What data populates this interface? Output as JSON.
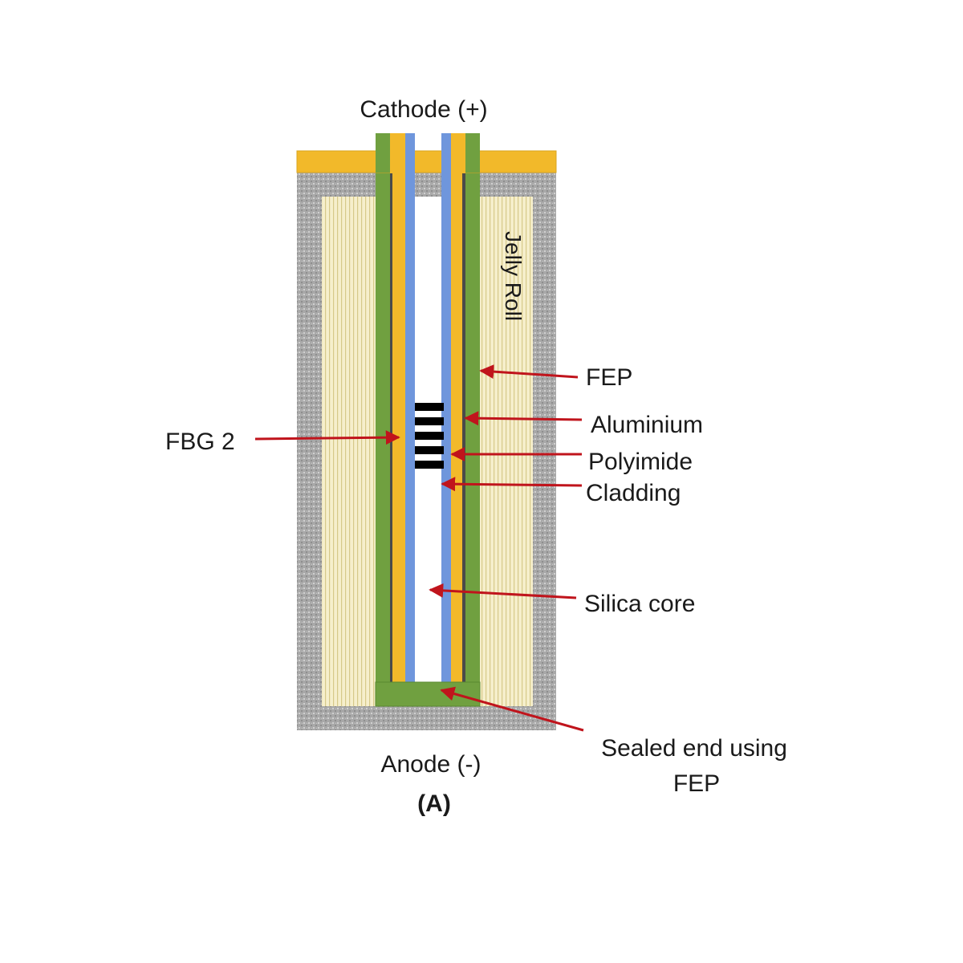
{
  "labels": {
    "cathode": "Cathode (+)",
    "anode": "Anode (-)",
    "panel": "(A)",
    "jelly_roll": "Jelly Roll",
    "fep": "FEP",
    "aluminium": "Aluminium",
    "polyimide": "Polyimide",
    "cladding": "Cladding",
    "silica_core": "Silica core",
    "fbg": "FBG 2",
    "sealed_end_line1": "Sealed end using",
    "sealed_end_line2": "FEP"
  },
  "colors": {
    "casing": "#a9a9a9",
    "jelly_roll": "#f4ecc4",
    "jelly_lines": "#d8cc8c",
    "cap": "#f2b92a",
    "fep": "#70a040",
    "polyimide": "#f2b92a",
    "cladding": "#6f96dc",
    "aluminium": "#4a4a4a",
    "core": "#ffffff",
    "grating": "#000000",
    "arrow": "#c0141c"
  }
}
